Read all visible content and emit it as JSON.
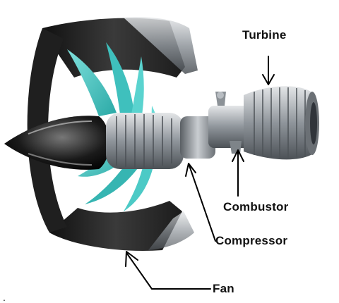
{
  "labels": {
    "turbine": "Turbine",
    "combustor": "Combustor",
    "compressor": "Compressor",
    "fan": "Fan"
  },
  "footnote": ".",
  "colors": {
    "casing_dark": "#2b2b2b",
    "fan_blade": "#49c6c3",
    "metal": "#9aa0a6",
    "arrow": "#000000"
  }
}
